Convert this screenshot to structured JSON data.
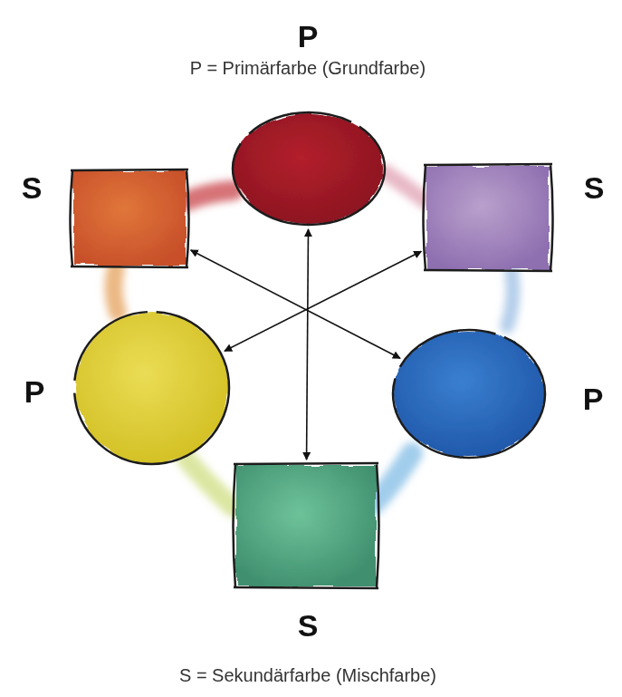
{
  "diagram": {
    "nodes": [
      {
        "text": [
          "P"
        ]
      },
      {
        "text": [
          "S"
        ]
      },
      {
        "text": [
          "S"
        ]
      },
      {
        "text": [
          "P"
        ]
      },
      {
        "text": [
          "P"
        ]
      },
      {
        "text": [
          "S"
        ]
      }
    ],
    "edges": [
      {
        "from": 0,
        "to": 5,
        "arrow": "both"
      },
      {
        "from": 1,
        "to": 4,
        "arrow": "both"
      },
      {
        "from": 2,
        "to": 3,
        "arrow": "both"
      }
    ],
    "labels": [
      "P = Primärfarbe (Grundfarbe)",
      "S = Sekundärfarbe (Mischfarbe)"
    ]
  }
}
